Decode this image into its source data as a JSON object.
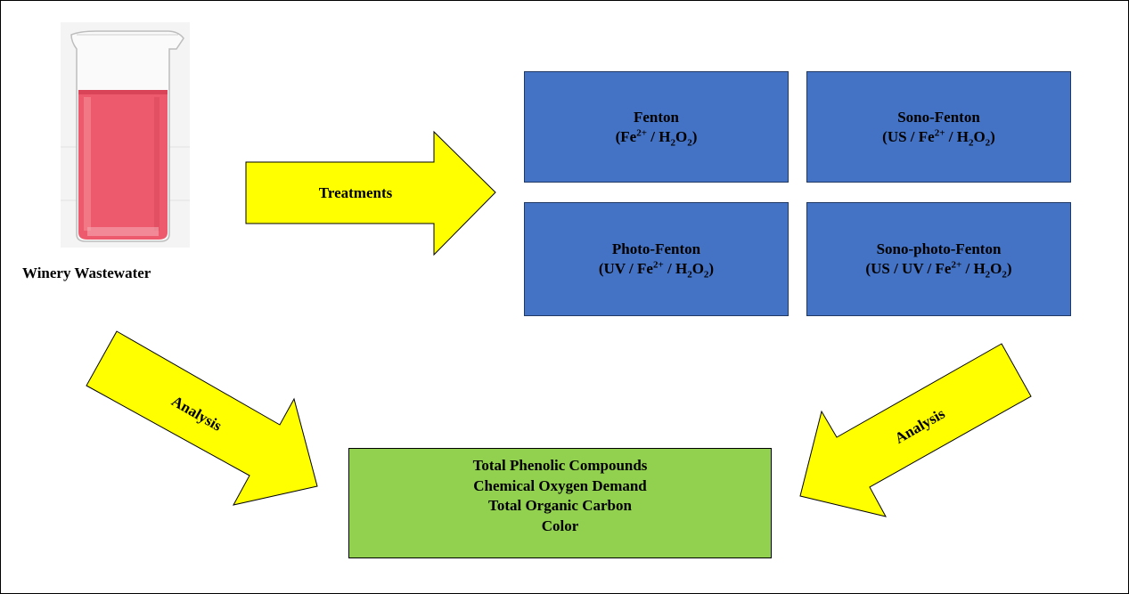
{
  "sample": {
    "label": "Winery Wastewater"
  },
  "arrows": {
    "treatments_label": "Treatments",
    "analysis_left_label": "Analysis",
    "analysis_right_label": "Analysis"
  },
  "treatments": [
    {
      "name": "Fenton",
      "formula_parts": [
        "(Fe",
        "2+",
        " / H",
        "2",
        "O",
        "2",
        ")"
      ]
    },
    {
      "name": "Sono-Fenton",
      "formula_parts": [
        "(US / Fe",
        "2+",
        " / H",
        "2",
        "O",
        "2",
        ")"
      ]
    },
    {
      "name": "Photo-Fenton",
      "formula_parts": [
        "(UV / Fe",
        "2+",
        " / H",
        "2",
        "O",
        "2",
        ")"
      ]
    },
    {
      "name": "Sono-photo-Fenton",
      "formula_parts": [
        "(US / UV / Fe",
        "2+",
        " / H",
        "2",
        "O",
        "2",
        ")"
      ]
    }
  ],
  "results": {
    "items": [
      "Total Phenolic Compounds",
      "Chemical Oxygen Demand",
      "Total Organic Carbon",
      "Color"
    ]
  },
  "colors": {
    "arrow_fill": "#ffff00",
    "treatment_box": "#4472c4",
    "results_box": "#92d050",
    "liquid": "#ee5a6d"
  }
}
